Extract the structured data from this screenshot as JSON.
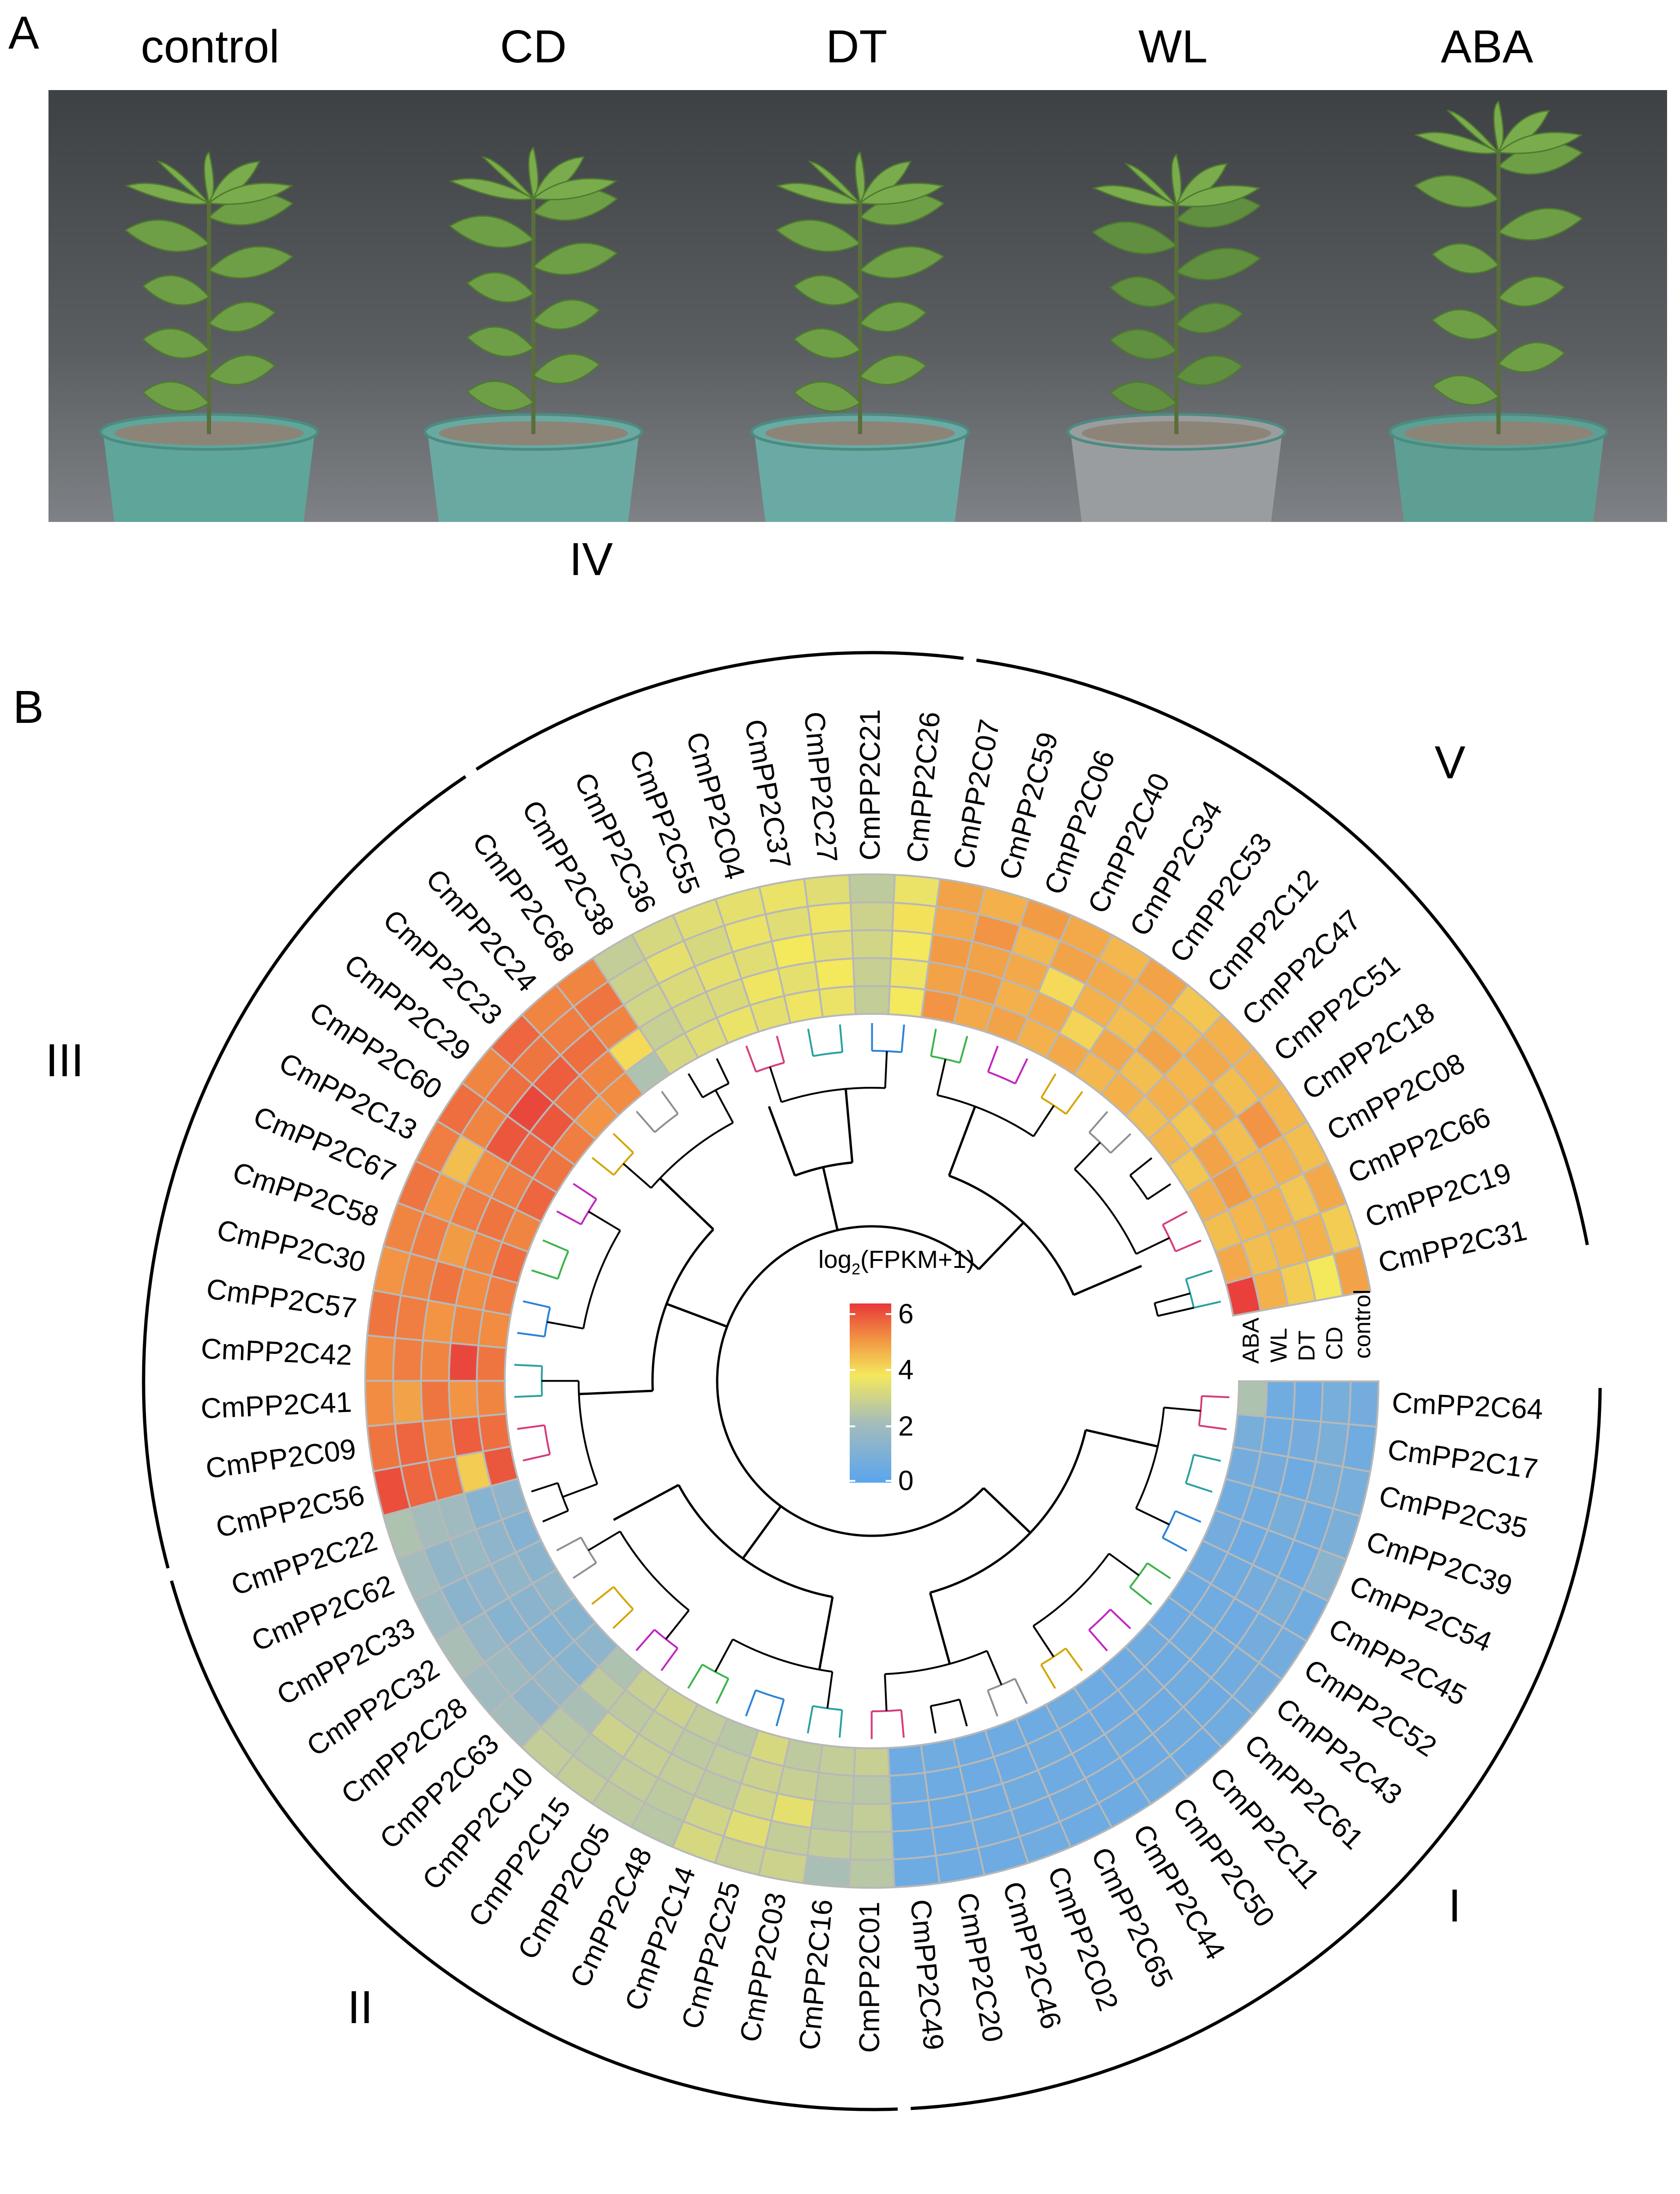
{
  "panel_a": {
    "label": "A",
    "photos": [
      "control",
      "CD",
      "DT",
      "WL",
      "ABA"
    ]
  },
  "panel_b": {
    "label": "B",
    "legend": {
      "title_main": "log",
      "title_sub": "2",
      "title_rest": "(FPKM+1)",
      "ticks": [
        "6",
        "4",
        "2",
        "0"
      ],
      "colors": [
        "#e8383a",
        "#f29443",
        "#f4e85c",
        "#a4bcbc",
        "#5aa5ee"
      ]
    },
    "rings": [
      "ABA",
      "WL",
      "DT",
      "CD",
      "control"
    ],
    "groups": [
      "I",
      "II",
      "III",
      "IV",
      "V"
    ],
    "genes": [
      "CmPP2C64",
      "CmPP2C17",
      "CmPP2C35",
      "CmPP2C39",
      "CmPP2C54",
      "CmPP2C45",
      "CmPP2C52",
      "CmPP2C43",
      "CmPP2C61",
      "CmPP2C11",
      "CmPP2C50",
      "CmPP2C44",
      "CmPP2C65",
      "CmPP2C02",
      "CmPP2C46",
      "CmPP2C20",
      "CmPP2C49",
      "CmPP2C01",
      "CmPP2C16",
      "CmPP2C03",
      "CmPP2C25",
      "CmPP2C14",
      "CmPP2C48",
      "CmPP2C05",
      "CmPP2C15",
      "CmPP2C10",
      "CmPP2C63",
      "CmPP2C28",
      "CmPP2C32",
      "CmPP2C33",
      "CmPP2C62",
      "CmPP2C22",
      "CmPP2C56",
      "CmPP2C09",
      "CmPP2C41",
      "CmPP2C42",
      "CmPP2C57",
      "CmPP2C30",
      "CmPP2C58",
      "CmPP2C67",
      "CmPP2C13",
      "CmPP2C60",
      "CmPP2C29",
      "CmPP2C23",
      "CmPP2C24",
      "CmPP2C68",
      "CmPP2C38",
      "CmPP2C36",
      "CmPP2C55",
      "CmPP2C04",
      "CmPP2C37",
      "CmPP2C27",
      "CmPP2C21",
      "CmPP2C26",
      "CmPP2C07",
      "CmPP2C59",
      "CmPP2C06",
      "CmPP2C40",
      "CmPP2C34",
      "CmPP2C53",
      "CmPP2C12",
      "CmPP2C47",
      "CmPP2C51",
      "CmPP2C18",
      "CmPP2C08",
      "CmPP2C66",
      "CmPP2C19",
      "CmPP2C31"
    ],
    "expression": [
      [
        2.2,
        0.6,
        0.5,
        0.8,
        0.7
      ],
      [
        0.8,
        0.6,
        0.7,
        0.9,
        0.6
      ],
      [
        0.7,
        0.7,
        0.5,
        0.8,
        0.8
      ],
      [
        0.6,
        0.6,
        0.8,
        0.6,
        0.9
      ],
      [
        0.7,
        0.5,
        0.6,
        0.5,
        1.3
      ],
      [
        0.6,
        0.6,
        0.7,
        0.8,
        0.6
      ],
      [
        0.5,
        0.6,
        0.5,
        0.7,
        0.7
      ],
      [
        0.5,
        0.6,
        0.6,
        0.6,
        0.7
      ],
      [
        0.6,
        0.5,
        0.6,
        0.5,
        0.6
      ],
      [
        0.5,
        0.6,
        0.5,
        0.6,
        0.5
      ],
      [
        0.5,
        0.5,
        0.6,
        0.5,
        0.6
      ],
      [
        0.6,
        0.5,
        0.5,
        0.5,
        0.5
      ],
      [
        0.5,
        0.6,
        0.5,
        0.6,
        0.5
      ],
      [
        0.5,
        0.5,
        0.6,
        0.5,
        0.6
      ],
      [
        0.5,
        0.5,
        0.5,
        0.6,
        0.5
      ],
      [
        0.6,
        0.5,
        0.5,
        0.5,
        0.5
      ],
      [
        0.5,
        0.6,
        0.5,
        0.5,
        0.5
      ],
      [
        2.7,
        2.4,
        2.6,
        2.5,
        2.4
      ],
      [
        2.6,
        2.5,
        2.4,
        2.6,
        2.1
      ],
      [
        2.5,
        2.7,
        3.3,
        2.6,
        2.8
      ],
      [
        3.0,
        2.8,
        2.9,
        3.2,
        2.7
      ],
      [
        2.4,
        2.6,
        2.5,
        2.9,
        3.0
      ],
      [
        2.6,
        2.5,
        2.6,
        2.5,
        2.4
      ],
      [
        2.8,
        2.6,
        2.7,
        2.6,
        2.5
      ],
      [
        2.7,
        2.5,
        2.8,
        2.4,
        2.6
      ],
      [
        2.2,
        2.5,
        2.1,
        2.4,
        2.6
      ],
      [
        1.4,
        1.2,
        1.6,
        1.5,
        2.0
      ],
      [
        1.2,
        1.1,
        1.4,
        1.8,
        1.9
      ],
      [
        1.5,
        1.3,
        1.2,
        1.6,
        2.1
      ],
      [
        1.3,
        1.5,
        1.4,
        1.3,
        1.8
      ],
      [
        1.1,
        1.4,
        1.7,
        1.5,
        2.0
      ],
      [
        1.4,
        1.2,
        1.9,
        2.0,
        2.2
      ],
      [
        5.6,
        4.0,
        5.3,
        5.4,
        5.7
      ],
      [
        5.3,
        5.5,
        5.0,
        5.4,
        5.2
      ],
      [
        5.0,
        4.8,
        5.2,
        4.6,
        4.9
      ],
      [
        5.2,
        5.8,
        5.0,
        5.1,
        4.9
      ],
      [
        4.9,
        5.0,
        4.8,
        5.1,
        5.2
      ],
      [
        5.1,
        4.9,
        5.2,
        5.0,
        4.8
      ],
      [
        5.3,
        5.0,
        4.7,
        5.1,
        5.0
      ],
      [
        5.0,
        5.2,
        5.1,
        4.8,
        5.2
      ],
      [
        5.4,
        5.1,
        4.9,
        4.2,
        5.1
      ],
      [
        5.2,
        5.4,
        5.6,
        5.0,
        5.3
      ],
      [
        5.1,
        5.6,
        5.8,
        5.3,
        5.0
      ],
      [
        4.8,
        5.2,
        5.5,
        5.2,
        5.4
      ],
      [
        4.9,
        5.0,
        5.3,
        5.1,
        5.0
      ],
      [
        2.2,
        3.8,
        5.0,
        5.2,
        5.0
      ],
      [
        3.0,
        2.7,
        2.9,
        2.8,
        2.6
      ],
      [
        3.2,
        3.0,
        3.1,
        3.3,
        3.0
      ],
      [
        3.4,
        3.1,
        3.3,
        3.0,
        3.2
      ],
      [
        3.3,
        3.5,
        3.2,
        3.4,
        3.3
      ],
      [
        3.5,
        3.3,
        3.6,
        3.2,
        3.4
      ],
      [
        3.4,
        3.6,
        3.3,
        3.5,
        3.2
      ],
      [
        2.6,
        2.7,
        2.9,
        2.8,
        2.5
      ],
      [
        3.6,
        3.5,
        3.6,
        3.7,
        3.4
      ],
      [
        4.8,
        4.6,
        4.7,
        4.5,
        4.6
      ],
      [
        4.5,
        4.7,
        4.6,
        4.8,
        4.4
      ],
      [
        4.6,
        4.4,
        4.5,
        4.3,
        4.7
      ],
      [
        4.4,
        4.5,
        3.8,
        4.6,
        4.5
      ],
      [
        4.5,
        3.9,
        4.4,
        4.5,
        4.3
      ],
      [
        4.3,
        4.5,
        4.2,
        4.4,
        4.6
      ],
      [
        4.4,
        4.2,
        4.6,
        4.3,
        4.1
      ],
      [
        4.2,
        4.4,
        4.3,
        4.5,
        4.4
      ],
      [
        4.3,
        4.1,
        4.5,
        4.2,
        4.4
      ],
      [
        4.1,
        4.6,
        4.2,
        4.8,
        4.3
      ],
      [
        4.4,
        4.7,
        4.3,
        4.4,
        4.2
      ],
      [
        4.2,
        4.3,
        4.4,
        4.1,
        4.5
      ],
      [
        4.5,
        4.2,
        4.3,
        4.4,
        4.0
      ],
      [
        5.9,
        4.4,
        4.0,
        3.6,
        4.6
      ]
    ]
  }
}
